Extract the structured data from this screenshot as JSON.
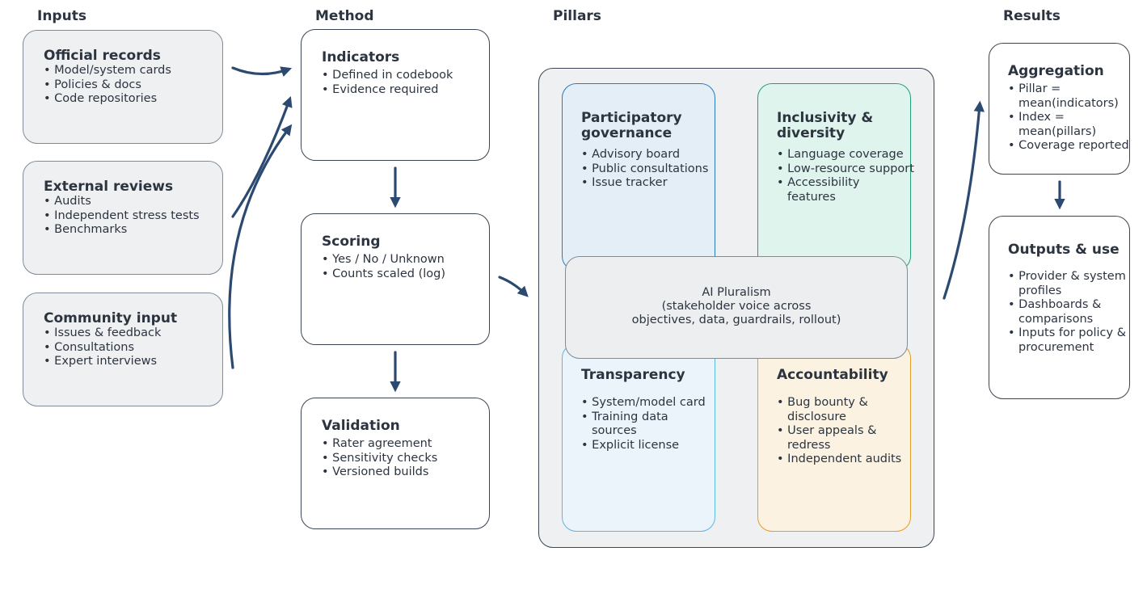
{
  "headers": {
    "inputs": "Inputs",
    "method": "Method",
    "pillars": "Pillars",
    "results": "Results"
  },
  "inputs": [
    {
      "title": "Official records",
      "items": [
        "Model/system cards",
        "Policies & docs",
        "Code repositories"
      ]
    },
    {
      "title": "External reviews",
      "items": [
        "Audits",
        "Independent stress tests",
        "Benchmarks"
      ]
    },
    {
      "title": "Community input",
      "items": [
        "Issues & feedback",
        "Consultations",
        "Expert interviews"
      ]
    }
  ],
  "method": [
    {
      "title": "Indicators",
      "items": [
        "Defined in codebook",
        "Evidence required"
      ]
    },
    {
      "title": "Scoring",
      "items": [
        "Yes / No / Unknown",
        "Counts scaled (log)"
      ]
    },
    {
      "title": "Validation",
      "items": [
        "Rater agreement",
        "Sensitivity checks",
        "Versioned builds"
      ]
    }
  ],
  "pillars": [
    {
      "title": "Participatory governance",
      "items": [
        "Advisory board",
        "Public consultations",
        "Issue tracker"
      ],
      "color": "#2e78b7"
    },
    {
      "title": "Inclusivity & diversity",
      "items": [
        "Language coverage",
        "Low-resource support",
        "Accessibility features"
      ],
      "color": "#1f9e78"
    },
    {
      "title": "Transparency",
      "items": [
        "System/model card",
        "Training data sources",
        "Explicit license"
      ],
      "color": "#5fb5e0"
    },
    {
      "title": "Accountability",
      "items": [
        "Bug bounty & disclosure",
        "User appeals & redress",
        "Independent audits"
      ],
      "color": "#e29e24"
    }
  ],
  "center": {
    "line1": "AI Pluralism",
    "line2": "(stakeholder voice across",
    "line3": "objectives, data, guardrails, rollout)"
  },
  "results": [
    {
      "title": "Aggregation",
      "items": [
        "Pillar = mean(indicators)",
        "Index = mean(pillars)",
        "Coverage reported"
      ]
    },
    {
      "title": "Outputs & use",
      "items": [
        "Provider & system profiles",
        "Dashboards & comparisons",
        "Inputs for policy & procurement"
      ]
    }
  ],
  "colors": {
    "arrow": "#2c4a70",
    "box_border": "#3b4452",
    "input_fill": "#eff0f2"
  }
}
